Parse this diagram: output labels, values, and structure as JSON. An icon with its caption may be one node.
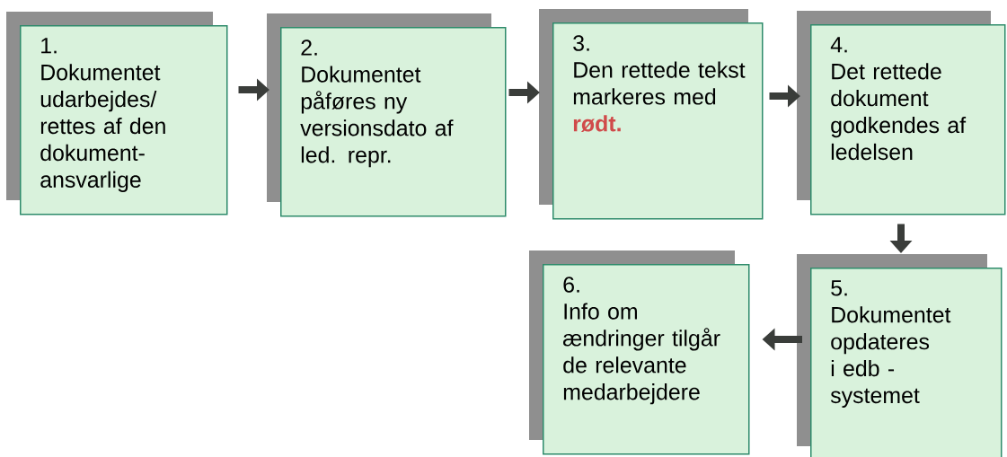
{
  "diagram": {
    "nodes": [
      {
        "text": [
          "1.",
          "Dokumentet udarbejdes/ rettes af den dokument- ansvarlige"
        ]
      },
      {
        "text": [
          "2.",
          "Dokumentet påføres ny versionsdato af led. repr."
        ]
      },
      {
        "text": [
          "3.",
          "Den rettede tekst markeres med",
          "rødt."
        ]
      },
      {
        "text": [
          "4.",
          "Det rettede dokument godkendes af ledelsen"
        ]
      },
      {
        "text": [
          "5.",
          "Dokumentet opdateres i edb - systemet"
        ]
      },
      {
        "text": [
          "6.",
          "Info om ændringer tilgår de relevante medarbejdere"
        ]
      }
    ],
    "edges": [
      {
        "from": 0,
        "to": 1,
        "arrow": "to"
      },
      {
        "from": 1,
        "to": 2,
        "arrow": "to"
      },
      {
        "from": 2,
        "to": 3,
        "arrow": "to"
      },
      {
        "from": 3,
        "to": 4,
        "arrow": "to"
      },
      {
        "from": 4,
        "to": 5,
        "arrow": "to"
      }
    ]
  }
}
